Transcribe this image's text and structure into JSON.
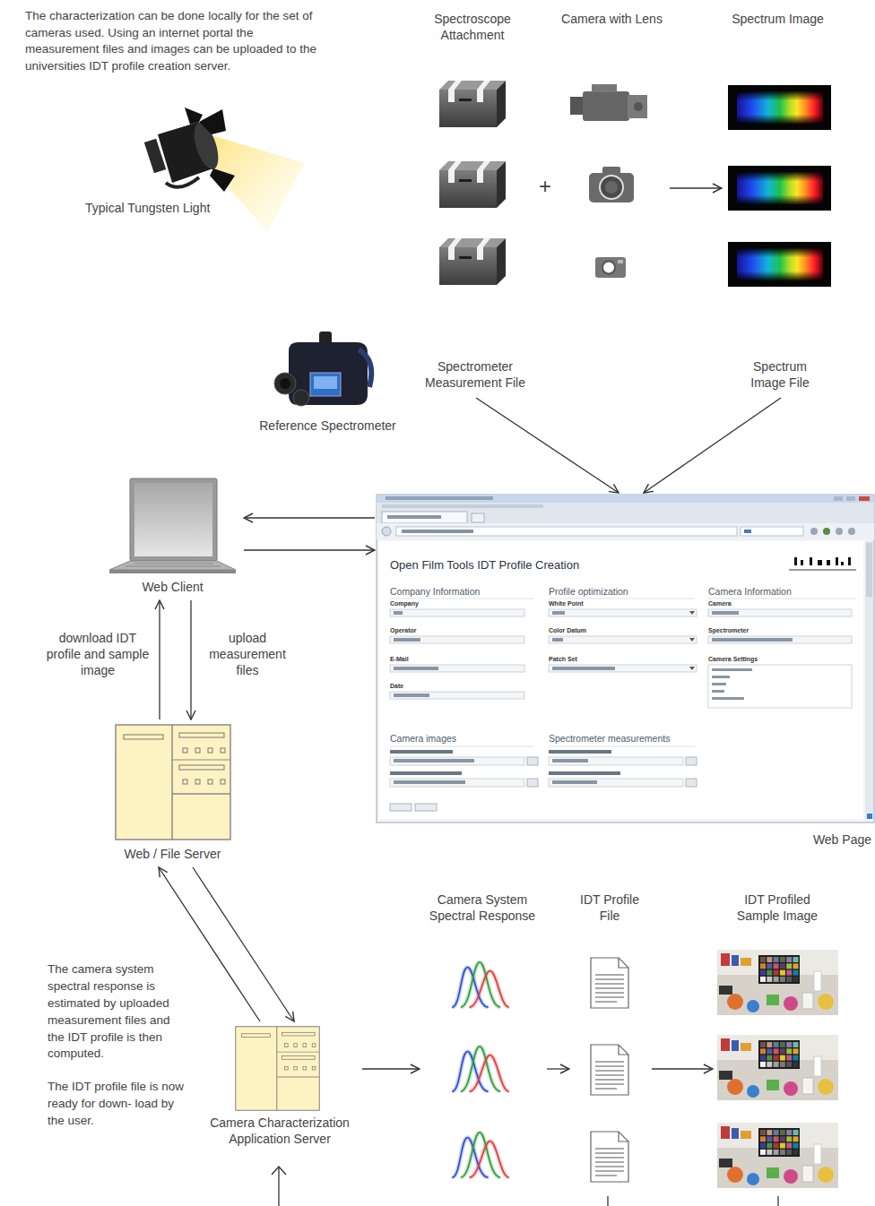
{
  "diagram": {
    "nodes": [
      {
        "text": [
          "Spectroscope Attachment"
        ]
      },
      {
        "text": [
          "Camera with Lens"
        ]
      },
      {
        "text": [
          "Spectrum Image"
        ]
      },
      {
        "text": [
          "Typical Tungsten Light"
        ]
      },
      {
        "text": [
          "Reference Spectrometer"
        ]
      },
      {
        "text": [
          "Spectrometer Measurement File"
        ]
      },
      {
        "text": [
          "Spectrum Image File"
        ]
      },
      {
        "text": [
          "Web Client"
        ]
      },
      {
        "text": [
          "Open Film Tools IDT Profile Creation",
          "Company Information",
          "Company",
          "Operator",
          "E-Mail",
          "Date",
          "Profile optimization",
          "White Point",
          "Color Datum",
          "Patch Set",
          "Camera Information",
          "Camera",
          "Spectrometer",
          "Camera Settings",
          "Camera images",
          "Spectrometer measurements",
          "Web Page"
        ]
      },
      {
        "text": [
          "Web / File Server"
        ]
      },
      {
        "text": [
          "Camera Characterization Application Server"
        ]
      },
      {
        "text": [
          "Camera System Spectral Response"
        ]
      },
      {
        "text": [
          "IDT Profile File"
        ]
      },
      {
        "text": [
          "IDT Profiled Sample Image"
        ]
      }
    ],
    "edges": [
      {
        "from": 1,
        "to": 2,
        "arrow": "to"
      },
      {
        "from": 5,
        "to": 8,
        "arrow": "to"
      },
      {
        "from": 6,
        "to": 8,
        "arrow": "to"
      },
      {
        "from": 8,
        "to": 7,
        "arrow": "to"
      },
      {
        "from": 7,
        "to": 8,
        "arrow": "to"
      },
      {
        "from": 7,
        "to": 9,
        "label": "upload measurement files",
        "arrow": "to"
      },
      {
        "from": 9,
        "to": 7,
        "label": "download IDT profile and sample image",
        "arrow": "to"
      },
      {
        "from": 9,
        "to": 10,
        "arrow": "to"
      },
      {
        "from": 10,
        "to": 9,
        "arrow": "to"
      },
      {
        "from": 10,
        "to": 11,
        "arrow": "to"
      },
      {
        "from": 11,
        "to": 12,
        "arrow": "to"
      },
      {
        "from": 12,
        "to": 13,
        "arrow": "to"
      }
    ],
    "labels": [
      "The characterization can be done locally for the set of cameras used. Using an internet portal the measurement files and images can be uploaded to the universities IDT profile creation server.",
      "+",
      "The camera system spectral response is estimated by uploaded measurement files and the IDT profile is then computed.",
      "The IDT profile file is now ready for down- load by the user."
    ]
  }
}
